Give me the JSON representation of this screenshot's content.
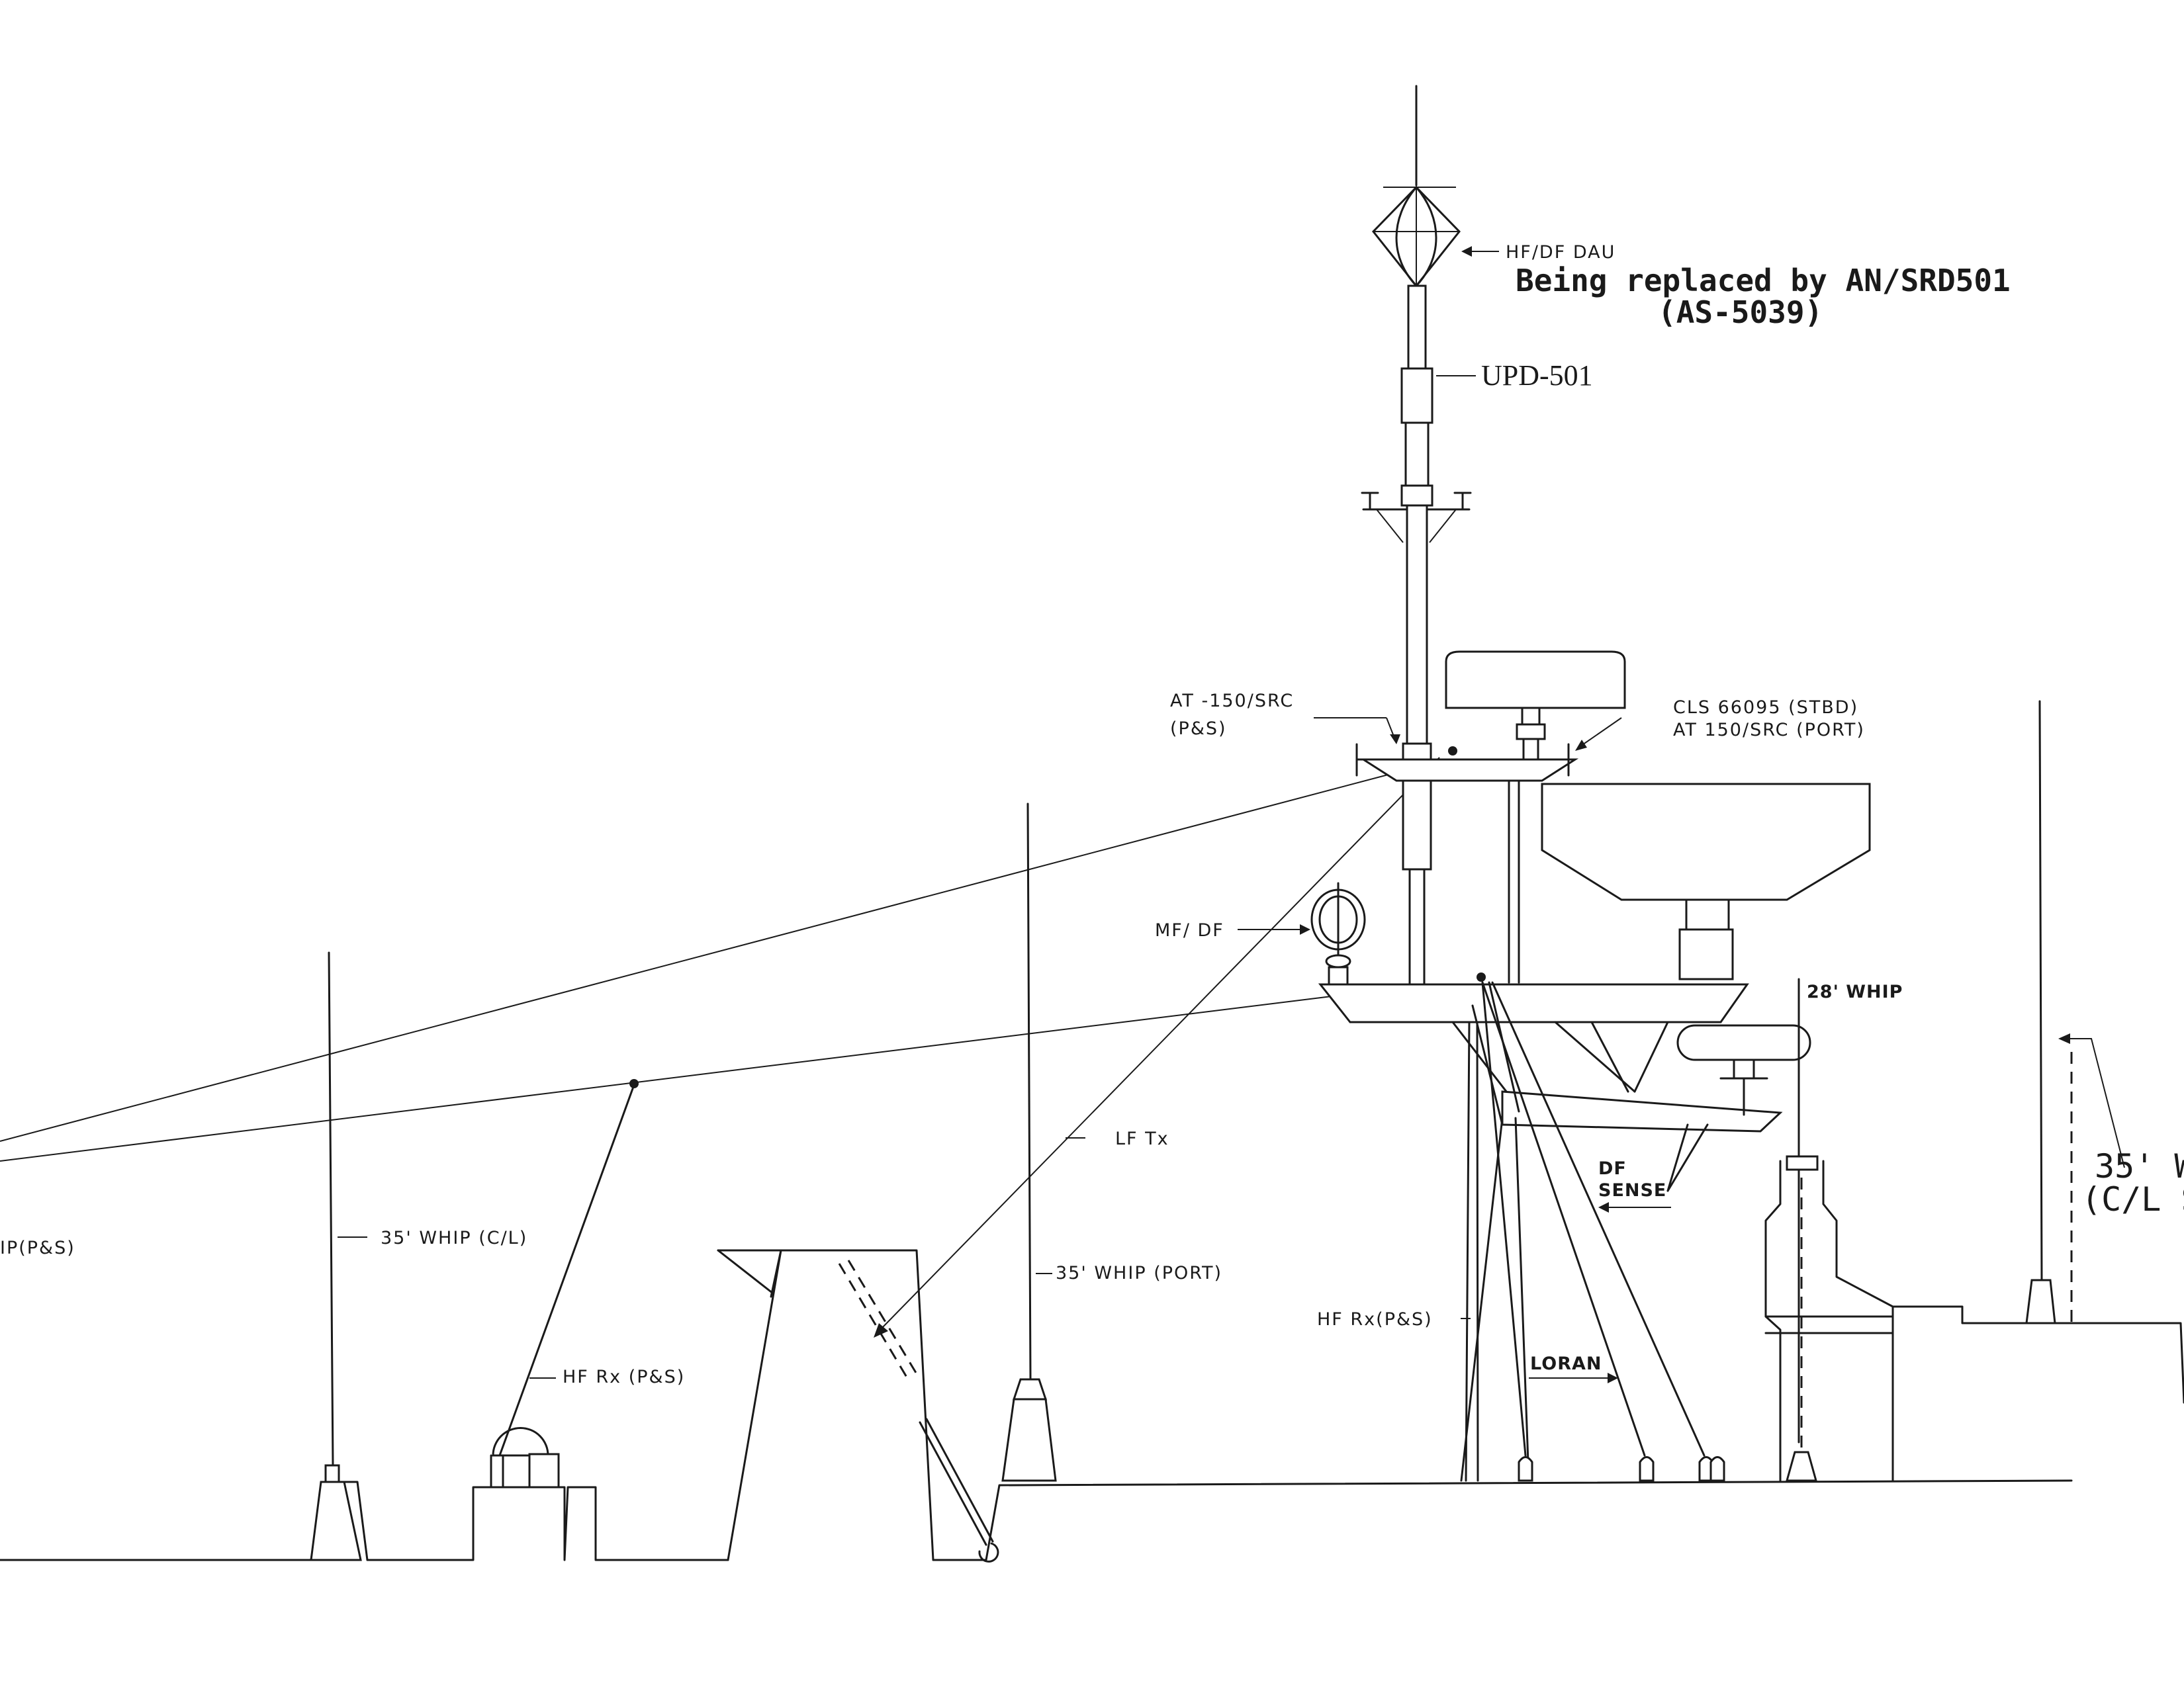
{
  "labels": {
    "hfdf_dau": "HF/DF DAU",
    "replaced_line1": "Being replaced by AN/SRD501",
    "replaced_line2": "(AS-5039)",
    "upd501": "UPD-501",
    "at150_line1": "AT -150/SRC",
    "at150_line2": "(P&S)",
    "cls_line1": "CLS 66095 (STBD)",
    "cls_line2": "AT 150/SRC (PORT)",
    "mfdf": "MF/ DF",
    "whip28": "28' WHIP",
    "lftx": "LF Tx",
    "df_sense_1": "DF",
    "df_sense_2": "SENSE",
    "whip35_right_1": "35' W",
    "whip35_right_2": "(C/L S",
    "whip_ps_left": "IP(P&S)",
    "whip35_cl": "35' WHIP (C/L)",
    "whip35_port": "35' WHIP (PORT)",
    "hfrx_left": "HF Rx (P&S)",
    "hfrx_right": "HF Rx(P&S)",
    "loran": "LORAN"
  },
  "colors": {
    "ink": "#1a1a1a",
    "paper": "#ffffff"
  }
}
